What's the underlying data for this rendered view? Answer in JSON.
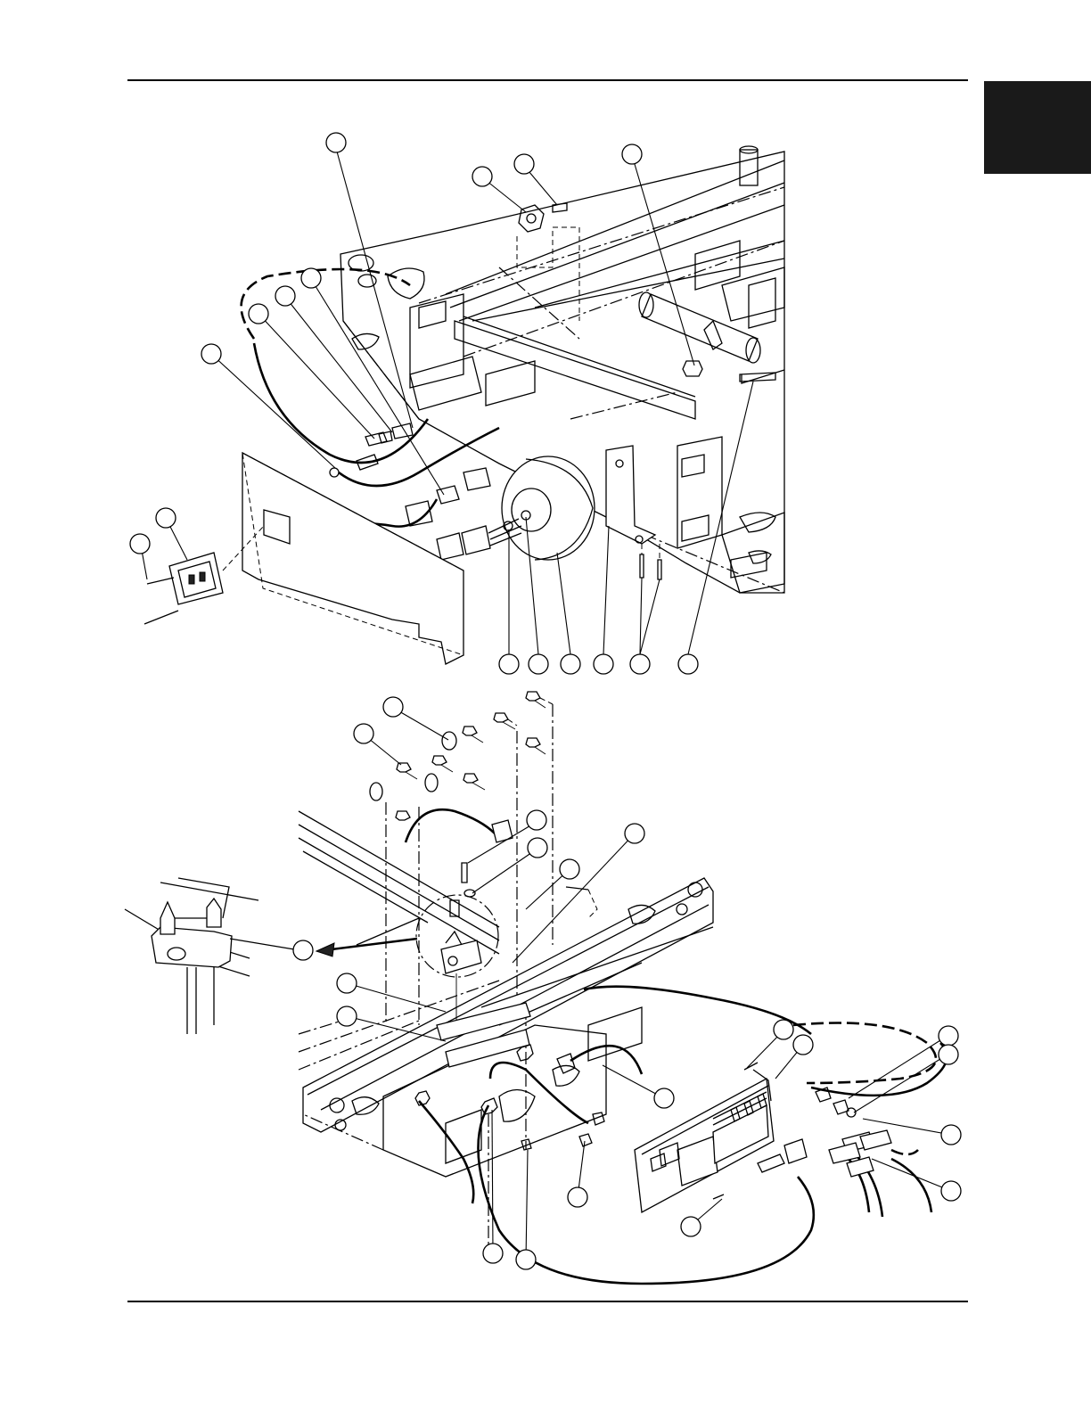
{
  "callouts_top": [
    {
      "id": "c-t1",
      "cx": 0,
      "cy": 0
    }
  ]
}
